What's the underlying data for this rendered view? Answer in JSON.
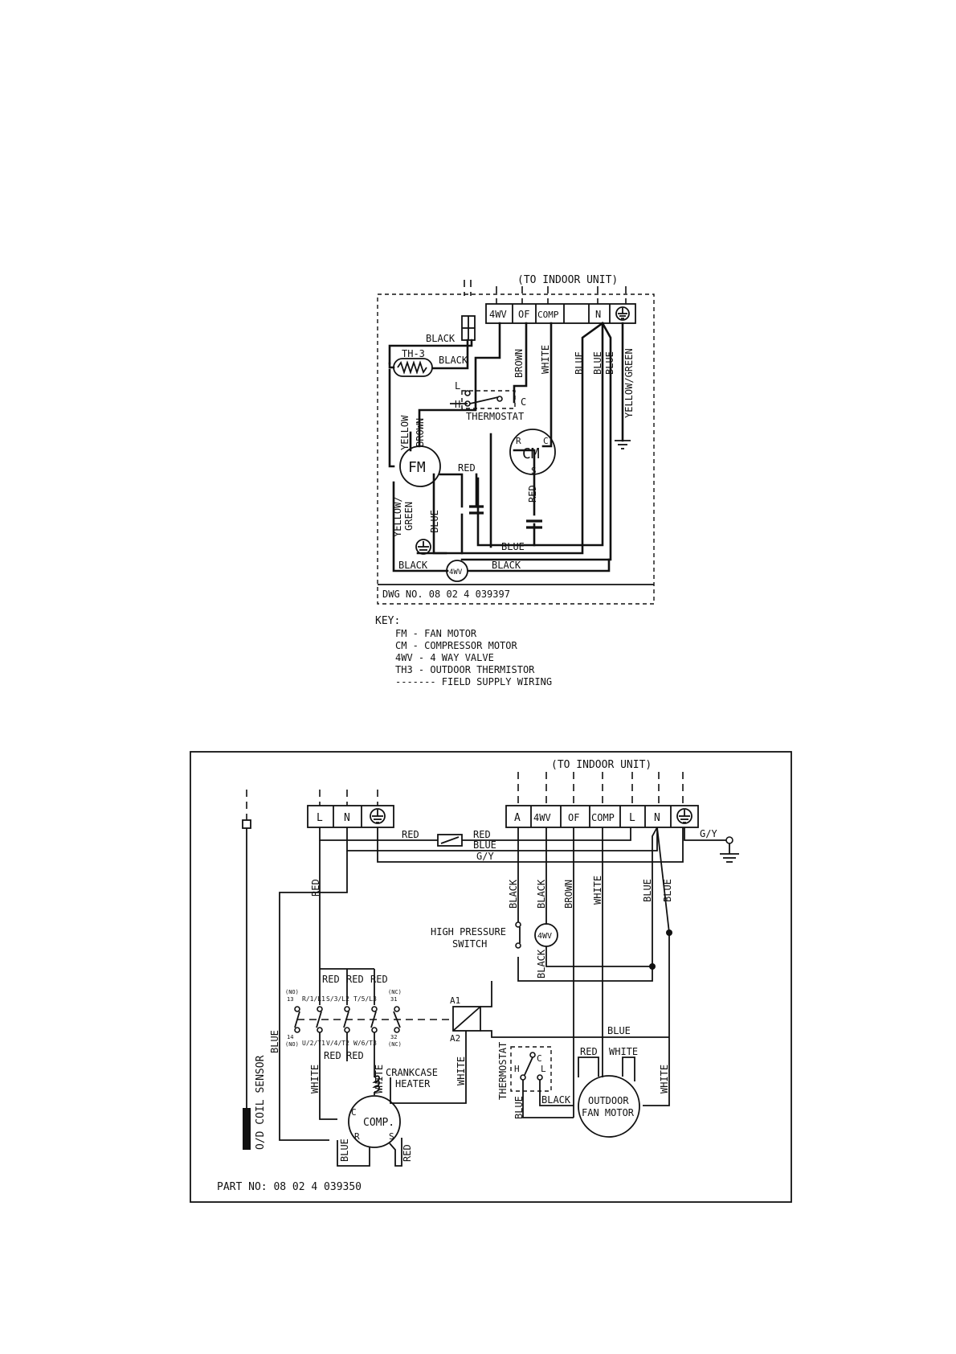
{
  "diagram1": {
    "to_indoor": "(TO INDOOR UNIT)",
    "terminals": [
      "4WV",
      "OF",
      "COMP",
      "",
      "N"
    ],
    "wires": {
      "black_top": "BLACK",
      "th3": "TH-3",
      "black_th3": "BLACK",
      "brown_v": "BROWN",
      "white_v": "WHITE",
      "blue1": "BLUE",
      "blue2": "BLUE",
      "blue3": "BLUE",
      "yellow_green_v": "YELLOW/GREEN",
      "yellow": "YELLOW",
      "brown_fm": "BROWN",
      "red": "RED",
      "red_cm": "RED",
      "yellow_green_fm_1": "YELLOW/",
      "yellow_green_fm_2": "GREEN",
      "blue_fm": "BLUE",
      "blue_bottom": "BLUE",
      "black_left": "BLACK",
      "black_right": "BLACK"
    },
    "thermostat": "THERMOSTAT",
    "thermostat_L": "L",
    "thermostat_H": "H",
    "thermostat_C": "C",
    "fm": "FM",
    "cm": "CM",
    "cm_R": "R",
    "cm_C": "C",
    "cm_S": "S",
    "valve": "4WV",
    "dwg": "DWG NO. 08 02 4 039397"
  },
  "key": {
    "title": "KEY:",
    "items": [
      "FM - FAN MOTOR",
      "CM - COMPRESSOR MOTOR",
      "4WV - 4 WAY VALVE",
      "TH3 - OUTDOOR THERMISTOR",
      "------- FIELD SUPPLY WIRING"
    ]
  },
  "diagram2": {
    "to_indoor": "(TO INDOOR UNIT)",
    "left_terminals": [
      "L",
      "N"
    ],
    "right_terminals": [
      "A",
      "4WV",
      "OF",
      "COMP",
      "L",
      "N"
    ],
    "wires": {
      "red_top1": "RED",
      "red_top2": "RED",
      "blue_top": "BLUE",
      "gy_top": "G/Y",
      "gy_right": "G/Y",
      "red_left": "RED",
      "black1": "BLACK",
      "black2": "BLACK",
      "brown": "BROWN",
      "white": "WHITE",
      "blue1": "BLUE",
      "blue2": "BLUE",
      "black_4wv": "BLACK",
      "blue_left": "BLUE",
      "white_left": "WHITE",
      "white_mid": "WHITE",
      "white_a2": "WHITE",
      "blue_a2": "BLUE",
      "red_fan": "RED",
      "white_fan": "WHITE",
      "white_right": "WHITE",
      "blue_thermo": "BLUE",
      "black_thermo": "BLACK",
      "blue_comp": "BLUE",
      "red_comp": "RED"
    },
    "contactor_top_red": [
      "RED",
      "RED",
      "RED"
    ],
    "contactor_bottom_red": [
      "RED",
      "RED"
    ],
    "contactor_top_labels": [
      "R/1/L1",
      "S/3/L2",
      "T/5/L3"
    ],
    "contactor_bottom_labels": [
      "U/2/T1",
      "V/4/T2",
      "W/6/T3"
    ],
    "aux_left_top": [
      "(NO)",
      "13"
    ],
    "aux_left_bottom": [
      "14",
      "(NO)"
    ],
    "aux_right_top": [
      "(NC)",
      "31"
    ],
    "aux_right_bottom": [
      "32",
      "(NC)"
    ],
    "coil_a1": "A1",
    "coil_a2": "A2",
    "hps_1": "HIGH PRESSURE",
    "hps_2": "SWITCH",
    "valve": "4WV",
    "crankcase_1": "CRANKCASE",
    "crankcase_2": "HEATER",
    "comp": "COMP.",
    "comp_C": "C",
    "comp_R": "R",
    "comp_S": "S",
    "thermostat": "THERMOSTAT",
    "thermo_C": "C",
    "thermo_H": "H",
    "thermo_L": "L",
    "fan_1": "OUTDOOR",
    "fan_2": "FAN MOTOR",
    "sensor": "O/D COIL SENSOR",
    "part": "PART NO: 08 02 4 039350"
  }
}
